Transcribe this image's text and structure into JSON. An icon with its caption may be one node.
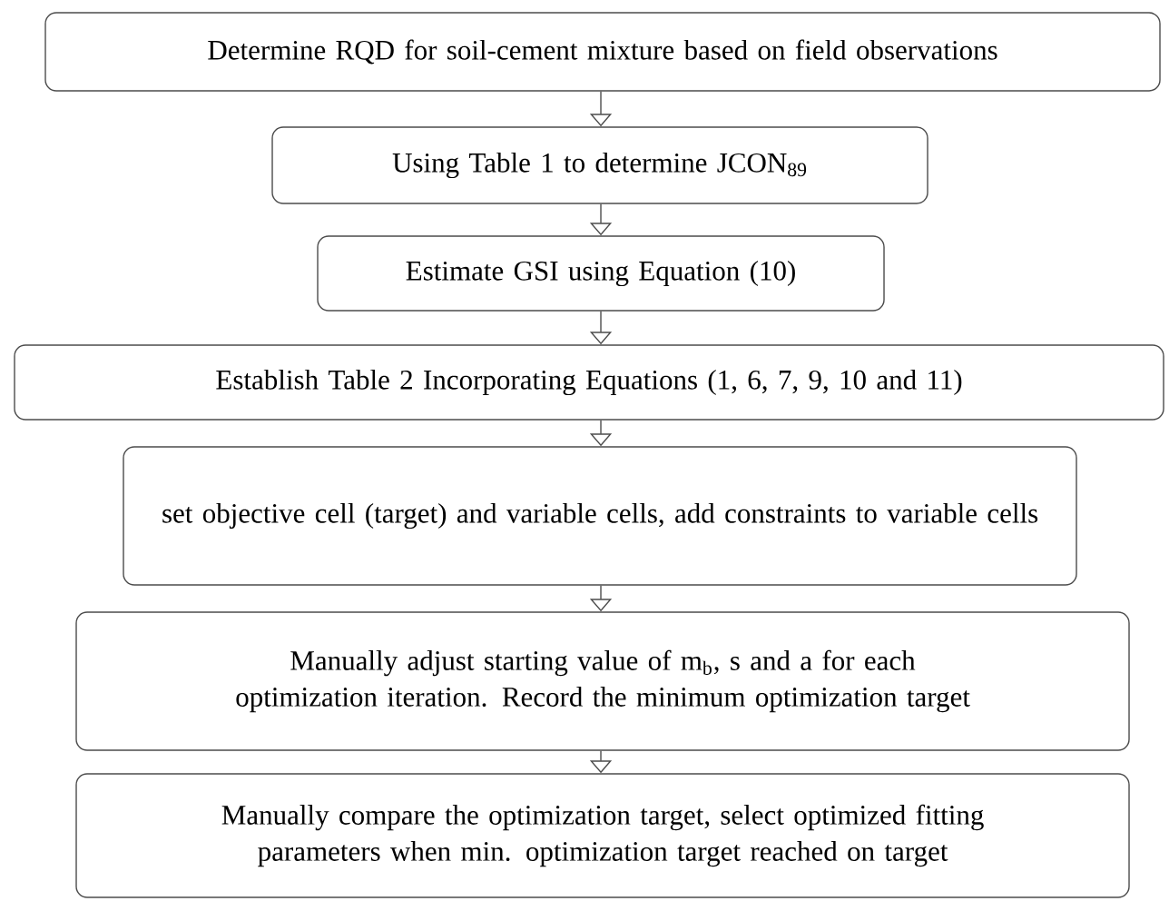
{
  "diagram": {
    "nodes": [
      {
        "text": [
          "Determine RQD for soil-cement mixture based on field observations"
        ]
      },
      {
        "text": [
          "Using Table 1 to determine JCON$_{89}$"
        ]
      },
      {
        "text": [
          "Estimate GSI using Equation (10)"
        ]
      },
      {
        "text": [
          "Establish Table 2 Incorporating Equations (1, 6, 7, 9, 10 and 11)"
        ]
      },
      {
        "text": [
          "set objective cell (target) and variable cells, add constraints to variable cells"
        ]
      },
      {
        "text": [
          "Manually adjust starting value of m$_{b}$, s and a for each optimization iteration. Record the minimum optimization target"
        ]
      },
      {
        "text": [
          "Manually compare the optimization target, select optimized fitting parameters when min. optimization target reached on target"
        ]
      }
    ],
    "edges": [
      {
        "from": 0,
        "to": 1,
        "arrow": "to"
      },
      {
        "from": 1,
        "to": 2,
        "arrow": "to"
      },
      {
        "from": 2,
        "to": 3,
        "arrow": "to"
      },
      {
        "from": 3,
        "to": 4,
        "arrow": "to"
      },
      {
        "from": 4,
        "to": 5,
        "arrow": "to"
      },
      {
        "from": 5,
        "to": 6,
        "arrow": "to"
      }
    ]
  }
}
